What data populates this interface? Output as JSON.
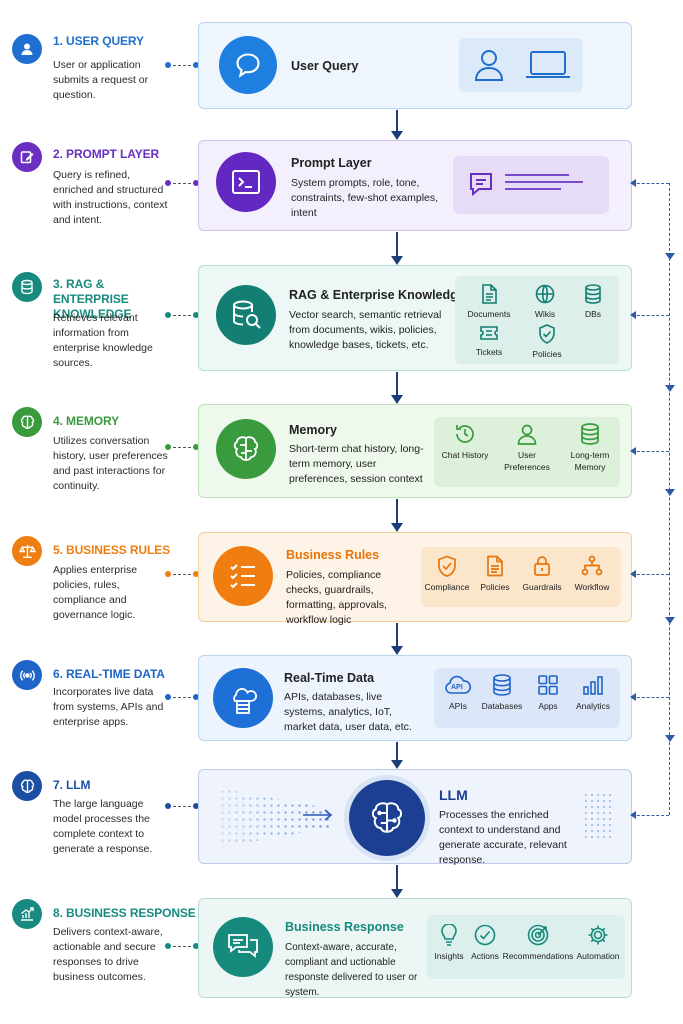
{
  "left": [
    {
      "title": "1. USER QUERY",
      "desc": "User or application submits a request or question.",
      "color": "#1f6fd1",
      "icon": "user-icon"
    },
    {
      "title": "2. PROMPT LAYER",
      "desc": "Query is refined, enriched and structured with instructions, context and intent.",
      "color": "#6a2fc1",
      "icon": "edit-icon"
    },
    {
      "title": "3. RAG & ENTERPRISE KNOWLEDGE",
      "desc": "Retrieves relevant information from enterprise knowledge sources.",
      "color": "#178a7e",
      "icon": "database-icon"
    },
    {
      "title": "4. MEMORY",
      "desc": "Utilizes conversation history, user preferences and past interactions for continuity.",
      "color": "#3a9a3e",
      "icon": "brain-icon"
    },
    {
      "title": "5. BUSINESS RULES",
      "desc": "Applies enterprise policies, rules, compliance and governance logic.",
      "color": "#ee7d12",
      "icon": "scales-icon"
    },
    {
      "title": "6. REAL-TIME DATA",
      "desc": "Incorporates live data from systems, APIs and enterprise apps.",
      "color": "#1f64c8",
      "icon": "broadcast-icon"
    },
    {
      "title": "7. LLM",
      "desc": "The large language model processes the complete context to generate a response.",
      "color": "#1c4fa3",
      "icon": "brain-icon"
    },
    {
      "title": "8. BUSINESS RESPONSE",
      "desc": "Delivers context-aware, actionable and secure responses to drive business outcomes.",
      "color": "#188a82",
      "icon": "chart-icon"
    }
  ],
  "cards": {
    "user_query": {
      "title": "User Query"
    },
    "prompt": {
      "title": "Prompt Layer",
      "desc": "System prompts, role, tone, constraints, few-shot examples, intent"
    },
    "rag": {
      "title": "RAG & Enterprise Knowledge",
      "desc": "Vector search, semantic retrieval from documents, wikis, policies, knowledge bases, tickets, etc.",
      "items": [
        "Documents",
        "Wikis",
        "DBs",
        "Tickets",
        "Policies"
      ]
    },
    "memory": {
      "title": "Memory",
      "desc": "Short-term chat history, long-term memory, user preferences, session context",
      "items": [
        "Chat History",
        "User Preferences",
        "Long-term Memory"
      ]
    },
    "rules": {
      "title": "Business Rules",
      "desc": "Policies, compliance checks, guardrails, formatting, approvals, workflow logic",
      "items": [
        "Compliance",
        "Policies",
        "Guardrails",
        "Workflow"
      ]
    },
    "realtime": {
      "title": "Real-Time Data",
      "desc": "APIs, databases, live systems, analytics, IoT, market data, user data, etc.",
      "items": [
        "APIs",
        "Databases",
        "Apps",
        "Analytics"
      ],
      "api_badge": "API"
    },
    "llm": {
      "title": "LLM",
      "desc": "Processes the enriched context to understand and generate accurate, relevant response."
    },
    "response": {
      "title": "Business Response",
      "desc": "Context-aware, accurate, compliant and uctionable responste delivered to user or system.",
      "items": [
        "Insights",
        "Actions",
        "Recommendations",
        "Automation"
      ]
    }
  }
}
